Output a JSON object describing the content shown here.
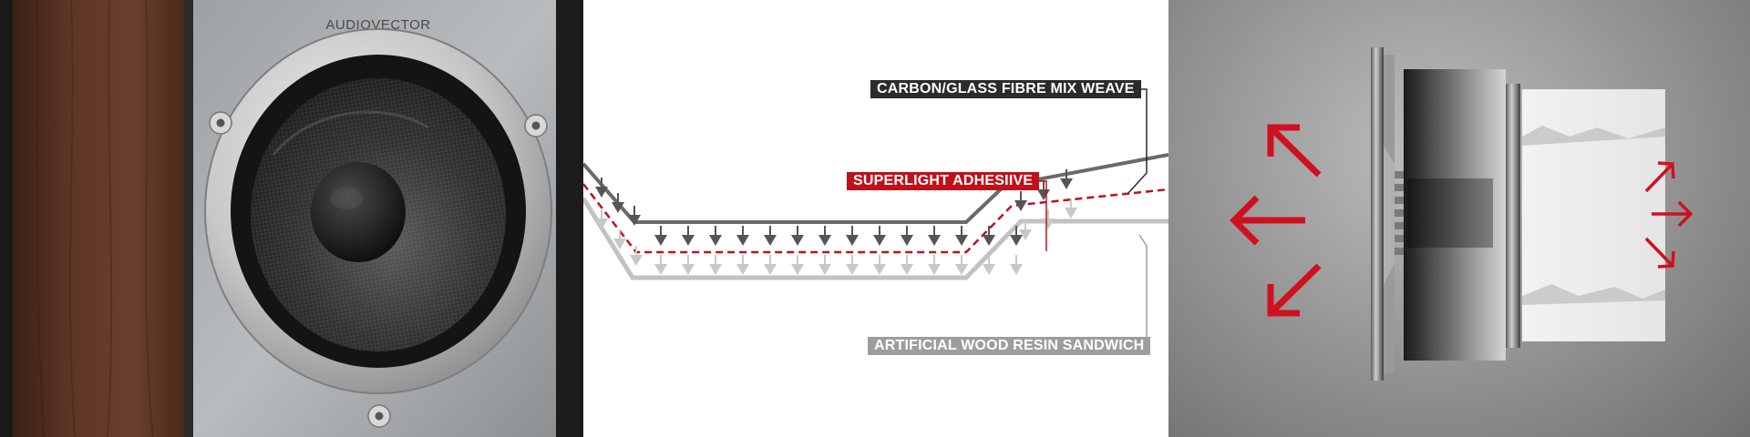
{
  "speaker": {
    "brand": "AUDIOVECTOR",
    "colors": {
      "wood": "#5a3524",
      "baffle": "#a9acaf",
      "ring": "#c9cbcd"
    }
  },
  "diagram": {
    "labels": {
      "top": "CARBON/GLASS FIBRE MIX WEAVE",
      "middle": "SUPERLIGHT ADHESIIVE",
      "bottom": "ARTIFICIAL WOOD RESIN SANDWICH"
    },
    "colors": {
      "accent": "#c0101a",
      "dark": "#3a3a3a",
      "light": "#bdbdbd"
    }
  },
  "motor": {
    "icons": [
      "arrow-left-icon",
      "arrow-up-left-icon",
      "arrow-down-left-icon",
      "arrow-right-icon",
      "arrow-up-right-icon",
      "arrow-down-right-icon"
    ],
    "colors": {
      "arrow": "#d0101e"
    }
  }
}
